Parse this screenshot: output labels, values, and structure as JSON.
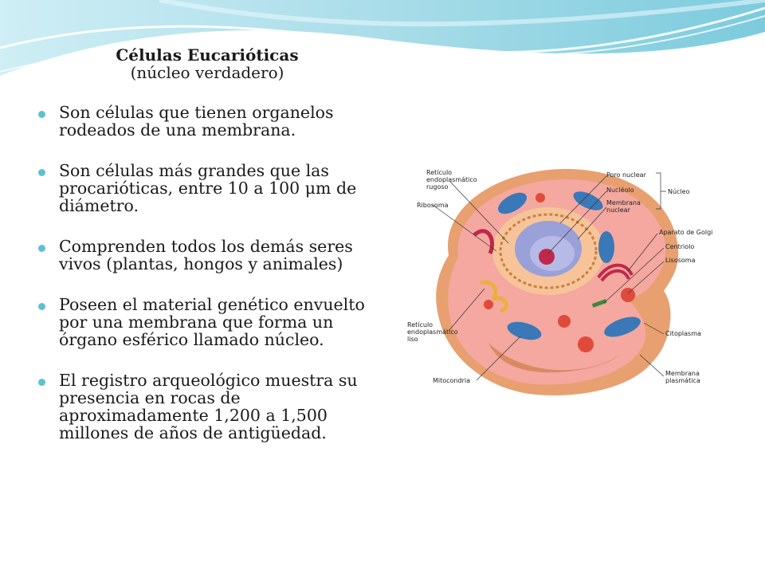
{
  "slide": {
    "title": "Células Eucarióticas",
    "subtitle": "(núcleo verdadero)",
    "bullets": [
      "Son células que tienen organelos rodeados de una membrana.",
      "Son células más grandes que las procarióticas, entre 10 a 100 μm de diámetro.",
      "Comprenden todos los demás seres vivos (plantas, hongos y animales)",
      "Poseen el material genético envuelto por una membrana que forma un órgano esférico llamado núcleo.",
      "El registro arqueológico muestra su presencia en rocas de aproximadamente 1,200 a 1,500 millones de años de antigüedad."
    ]
  },
  "figure": {
    "labels": {
      "reticulo_rugoso": [
        "Retículo",
        "endoplasmático",
        "rugoso"
      ],
      "ribosoma": "Ribosoma",
      "reticulo_liso": [
        "Retículo",
        "endoplasmático",
        "liso"
      ],
      "mitocondria": "Mitocondria",
      "poro_nuclear": "Poro nuclear",
      "nucleolo": "Nucléolo",
      "membrana_nuclear": [
        "Membrana",
        "nuclear"
      ],
      "nucleo": "Núcleo",
      "aparato_golgi": "Aparato de Golgi",
      "centriolo": "Centriolo",
      "lisosoma": "Lisosoma",
      "citoplasma": "Citoplasma",
      "membrana_plasmatica": [
        "Membrana",
        "plasmática"
      ]
    }
  },
  "colors": {
    "bullet": "#5ec0d2",
    "wave_light": "#bfe6ef",
    "wave_mid": "#7fcfe0",
    "cytoplasm": "#f4a8a0",
    "membrane": "#e8a070",
    "nucleus": "#9aa0d8",
    "mitochondria": "#3a78b8"
  }
}
